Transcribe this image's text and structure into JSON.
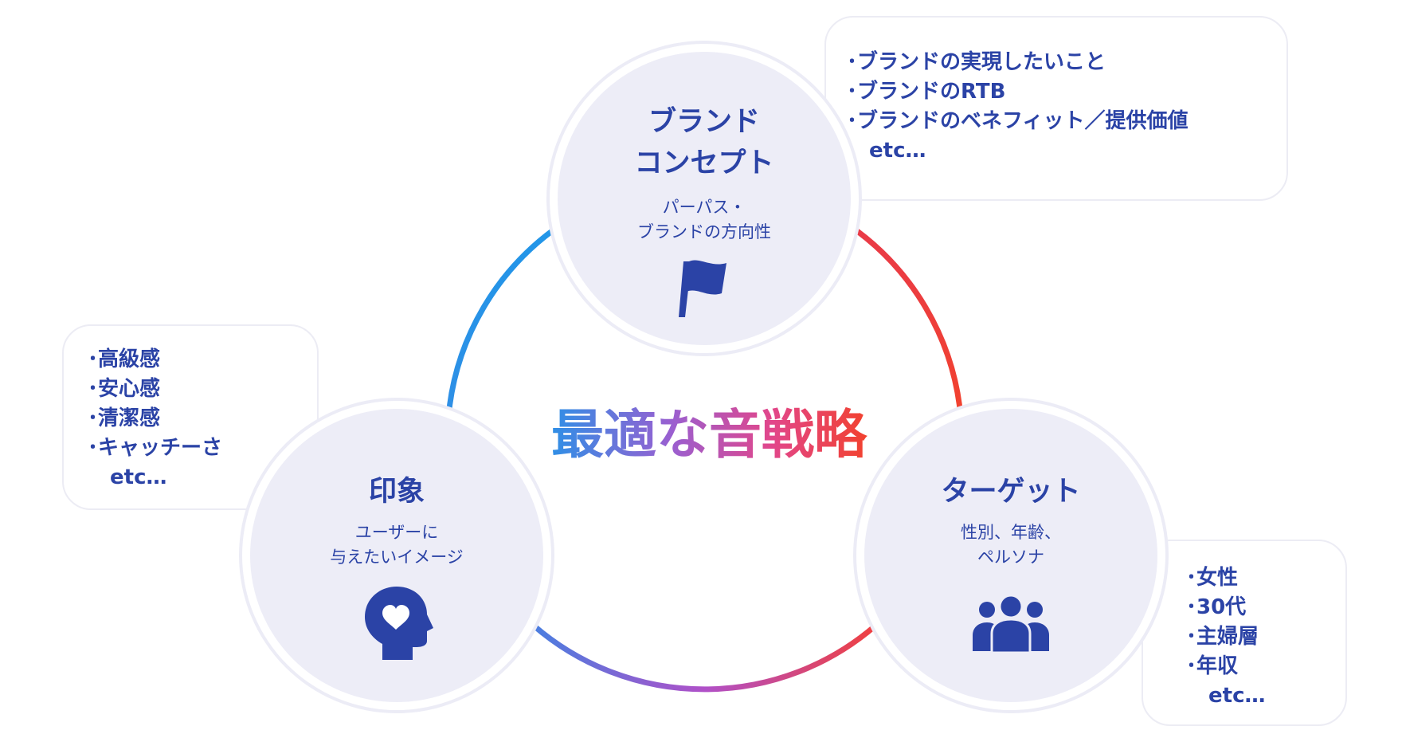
{
  "center": {
    "title": "最適な音戦略",
    "gradient": [
      "#2f8fe6",
      "#9a5fd0",
      "#e2468a",
      "#f2422e"
    ]
  },
  "nodes": {
    "brand": {
      "title_line1": "ブランド",
      "title_line2": "コンセプト",
      "subtitle_line1": "パーパス・",
      "subtitle_line2": "ブランドの方向性",
      "icon": "flag-icon"
    },
    "impression": {
      "title_line1": "印象",
      "subtitle_line1": "ユーザーに",
      "subtitle_line2": "与えたいイメージ",
      "icon": "head-heart-icon"
    },
    "target": {
      "title_line1": "ターゲット",
      "subtitle_line1": "性別、年齢、",
      "subtitle_line2": "ペルソナ",
      "icon": "people-group-icon"
    }
  },
  "boxes": {
    "brand": [
      "･ブランドの実現したいこと",
      "･ブランドのRTB",
      "･ブランドのベネフィット／提供価値",
      "etc…"
    ],
    "impression": [
      "･高級感",
      "･安心感",
      "･清潔感",
      "･キャッチーさ",
      "etc…"
    ],
    "target": [
      "･女性",
      "･30代",
      "･主婦層",
      "･年収",
      "etc…"
    ]
  },
  "colors": {
    "text_primary": "#2b43a6",
    "node_fill": "#ededf7",
    "arc_left": "#2196e8",
    "arc_right": "#f04030",
    "arc_bottom_start": "#4a7ee0",
    "arc_bottom_mid": "#b050c8",
    "arc_bottom_end": "#f04040"
  }
}
